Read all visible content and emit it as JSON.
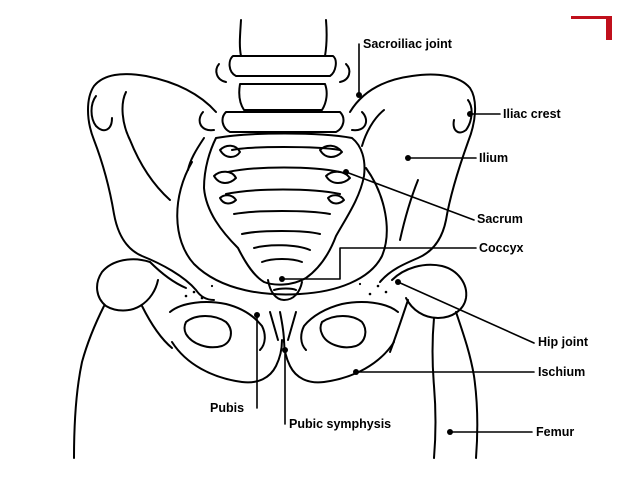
{
  "labels": {
    "sacroiliac_joint": "Sacroiliac joint",
    "iliac_crest": "Iliac crest",
    "ilium": "Ilium",
    "sacrum": "Sacrum",
    "coccyx": "Coccyx",
    "hip_joint": "Hip joint",
    "ischium": "Ischium",
    "pubis": "Pubis",
    "pubic_symphysis": "Pubic symphysis",
    "femur": "Femur"
  },
  "colors": {
    "ink": "#000000",
    "background": "#ffffff",
    "corner_mark": "#c0101c"
  }
}
